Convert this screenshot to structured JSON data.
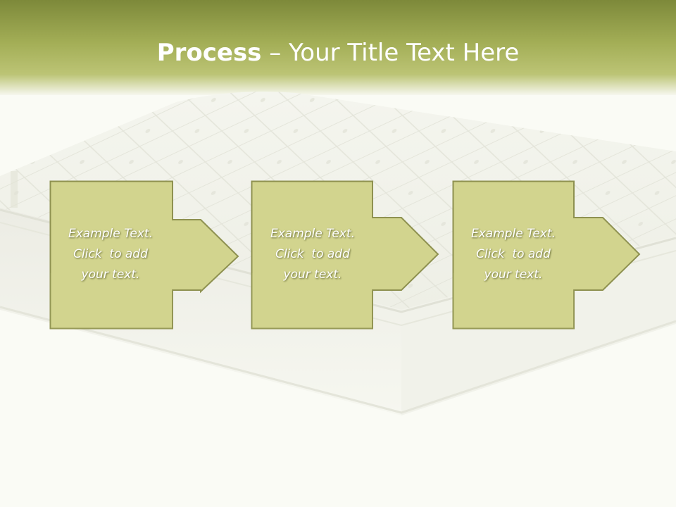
{
  "slide": {
    "title_strong": "Process",
    "title_rest": " – Your Title Text Here"
  },
  "colors": {
    "header_dark": "#7d893a",
    "header_mid": "#a3ae56",
    "box_fill": "#d2d48e",
    "box_stroke": "#8e9150",
    "background": "#fafbf5"
  },
  "steps": [
    {
      "line1": "Example Text.",
      "line2": "Click  to add",
      "line3": "your text."
    },
    {
      "line1": "Example Text.",
      "line2": "Click  to add",
      "line3": "your text."
    },
    {
      "line1": "Example Text.",
      "line2": "Click  to add",
      "line3": "your text."
    }
  ]
}
